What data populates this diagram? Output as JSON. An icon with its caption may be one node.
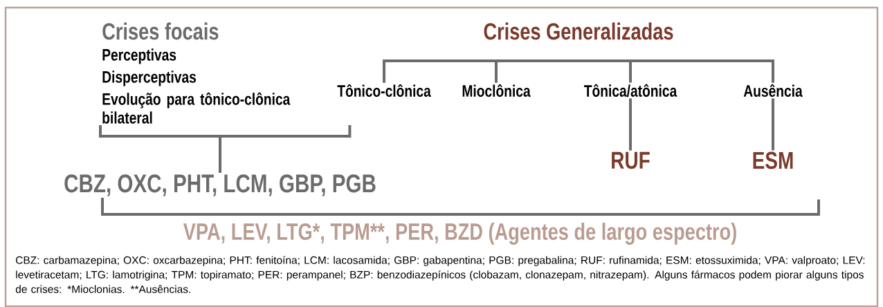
{
  "diagram": {
    "nodes": [
      {
        "text": [
          "Crises focais"
        ]
      },
      {
        "text": [
          "Perceptivas",
          "Disperceptivas",
          "Evolução para tônico-clônica bilateral"
        ]
      },
      {
        "text": [
          "CBZ, OXC, PHT, LCM, GBP, PGB"
        ]
      },
      {
        "text": [
          "Crises Generalizadas"
        ]
      },
      {
        "text": [
          "Tônico-clônica"
        ]
      },
      {
        "text": [
          "Mioclônica"
        ]
      },
      {
        "text": [
          "Tônica/atônica"
        ]
      },
      {
        "text": [
          "Ausência"
        ]
      },
      {
        "text": [
          "RUF"
        ]
      },
      {
        "text": [
          "ESM"
        ]
      },
      {
        "text": [
          "VPA, LEV, LTG*, TPM**, PER, BZD (Agentes de largo espectro)"
        ]
      }
    ],
    "edges": [
      {
        "from": 1,
        "to": 2,
        "arrow": "none"
      },
      {
        "from": 3,
        "to": 4,
        "arrow": "none"
      },
      {
        "from": 3,
        "to": 5,
        "arrow": "none"
      },
      {
        "from": 3,
        "to": 6,
        "arrow": "none"
      },
      {
        "from": 3,
        "to": 7,
        "arrow": "none"
      },
      {
        "from": 6,
        "to": 8,
        "arrow": "none"
      },
      {
        "from": 7,
        "to": 9,
        "arrow": "none"
      },
      {
        "from": 2,
        "to": 10,
        "arrow": "none"
      },
      {
        "from": 9,
        "to": 10,
        "arrow": "none"
      }
    ],
    "caption": "CBZ: carbamazepina; OXC: oxcarbazepina; PHT: fenitoína; LCM: lacosamida; GBP: gabapentina; PGB: pregabalina; RUF: rufinamida; ESM: etossuximida; VPA: valproato; LEV: levetiracetam; LTG: lamotrigina; TPM: topiramato; PER: perampanel; BZP: benzodiazepínicos (clobazam, clonazepam, nitrazepam). Alguns fármacos podem piorar alguns tipos de crises: *Mioclonias. **Ausências."
  }
}
